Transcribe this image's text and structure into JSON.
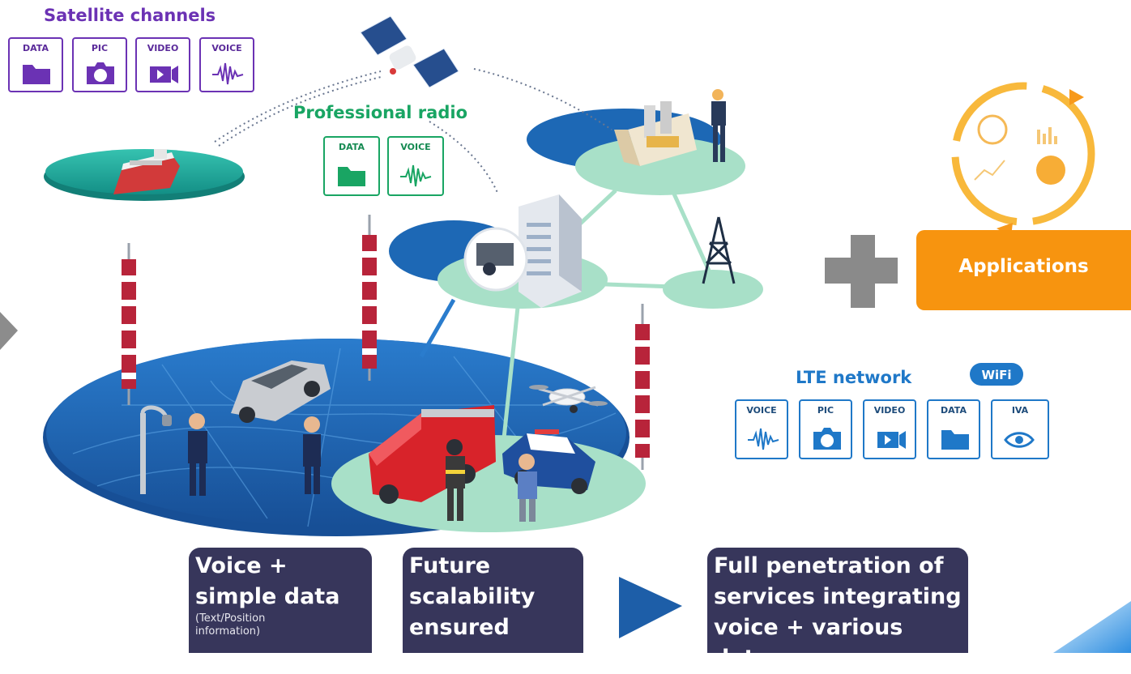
{
  "satellite": {
    "title": "Satellite channels",
    "icons": [
      {
        "label": "DATA",
        "icon": "folder-icon"
      },
      {
        "label": "PIC",
        "icon": "camera-icon"
      },
      {
        "label": "VIDEO",
        "icon": "video-icon"
      },
      {
        "label": "VOICE",
        "icon": "waveform-icon"
      }
    ]
  },
  "radio": {
    "title": "Professional radio",
    "icons": [
      {
        "label": "DATA",
        "icon": "folder-icon"
      },
      {
        "label": "VOICE",
        "icon": "waveform-icon"
      }
    ]
  },
  "lte": {
    "title": "LTE network",
    "wifi_badge": "WiFi",
    "icons": [
      {
        "label": "VOICE",
        "icon": "waveform-icon"
      },
      {
        "label": "PIC",
        "icon": "camera-icon"
      },
      {
        "label": "VIDEO",
        "icon": "video-icon"
      },
      {
        "label": "DATA",
        "icon": "folder-icon"
      },
      {
        "label": "IVA",
        "icon": "eye-icon"
      }
    ]
  },
  "applications": {
    "label": "Applications"
  },
  "bottom": {
    "box1": {
      "line1": "Voice +",
      "line2": "simple data",
      "sub1": "(Text/Position",
      "sub2": "information)"
    },
    "box2": {
      "line1": "Future",
      "line2": "scalability",
      "line3": "ensured"
    },
    "box3": {
      "line1": "Full penetration of",
      "line2": "services integrating",
      "line3": "voice + various data"
    }
  },
  "colors": {
    "satellite": "#6b32b4",
    "radio": "#19a563",
    "lte": "#1f78c8",
    "applications": "#f7940f",
    "dark_box": "#37365b",
    "ground_blue": "#1f64b4",
    "mint": "#a8e0c8"
  }
}
